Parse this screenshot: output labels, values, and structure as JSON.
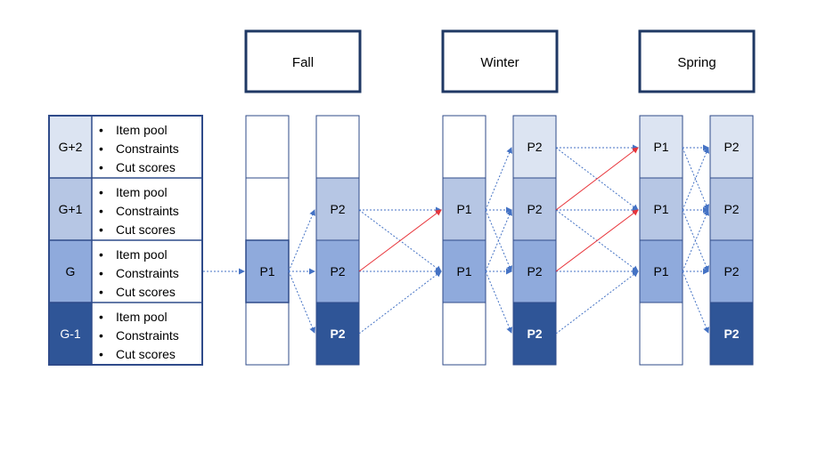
{
  "seasons": [
    {
      "label": "Fall"
    },
    {
      "label": "Winter"
    },
    {
      "label": "Spring"
    }
  ],
  "grades": [
    {
      "label": "G+2",
      "bullets": [
        "Item pool",
        "Constraints",
        "Cut scores"
      ]
    },
    {
      "label": "G+1",
      "bullets": [
        "Item pool",
        "Constraints",
        "Cut scores"
      ]
    },
    {
      "label": "G",
      "bullets": [
        "Item pool",
        "Constraints",
        "Cut scores"
      ]
    },
    {
      "label": "G-1",
      "bullets": [
        "Item pool",
        "Constraints",
        "Cut scores"
      ]
    }
  ],
  "bullet_glyph": "•",
  "columns": [
    {
      "cells": [
        "",
        "",
        "P1",
        ""
      ]
    },
    {
      "cells": [
        "",
        "P2",
        "P2",
        "P2"
      ]
    },
    {
      "cells": [
        "",
        "P1",
        "P1",
        ""
      ]
    },
    {
      "cells": [
        "P2",
        "P2",
        "P2",
        "P2"
      ]
    },
    {
      "cells": [
        "P1",
        "P1",
        "P1",
        ""
      ]
    },
    {
      "cells": [
        "P2",
        "P2",
        "P2",
        "P2"
      ]
    }
  ],
  "colors": {
    "level_g_plus_2": "#dce4f2",
    "level_g_plus_1": "#b6c6e4",
    "level_g": "#8faadc",
    "level_g_minus_1": "#2f5597",
    "border": "#2f4b8a",
    "arrow_blue": "#4472c4",
    "arrow_red": "#e8343a",
    "text_dark": "#000000",
    "text_light": "#ffffff"
  }
}
